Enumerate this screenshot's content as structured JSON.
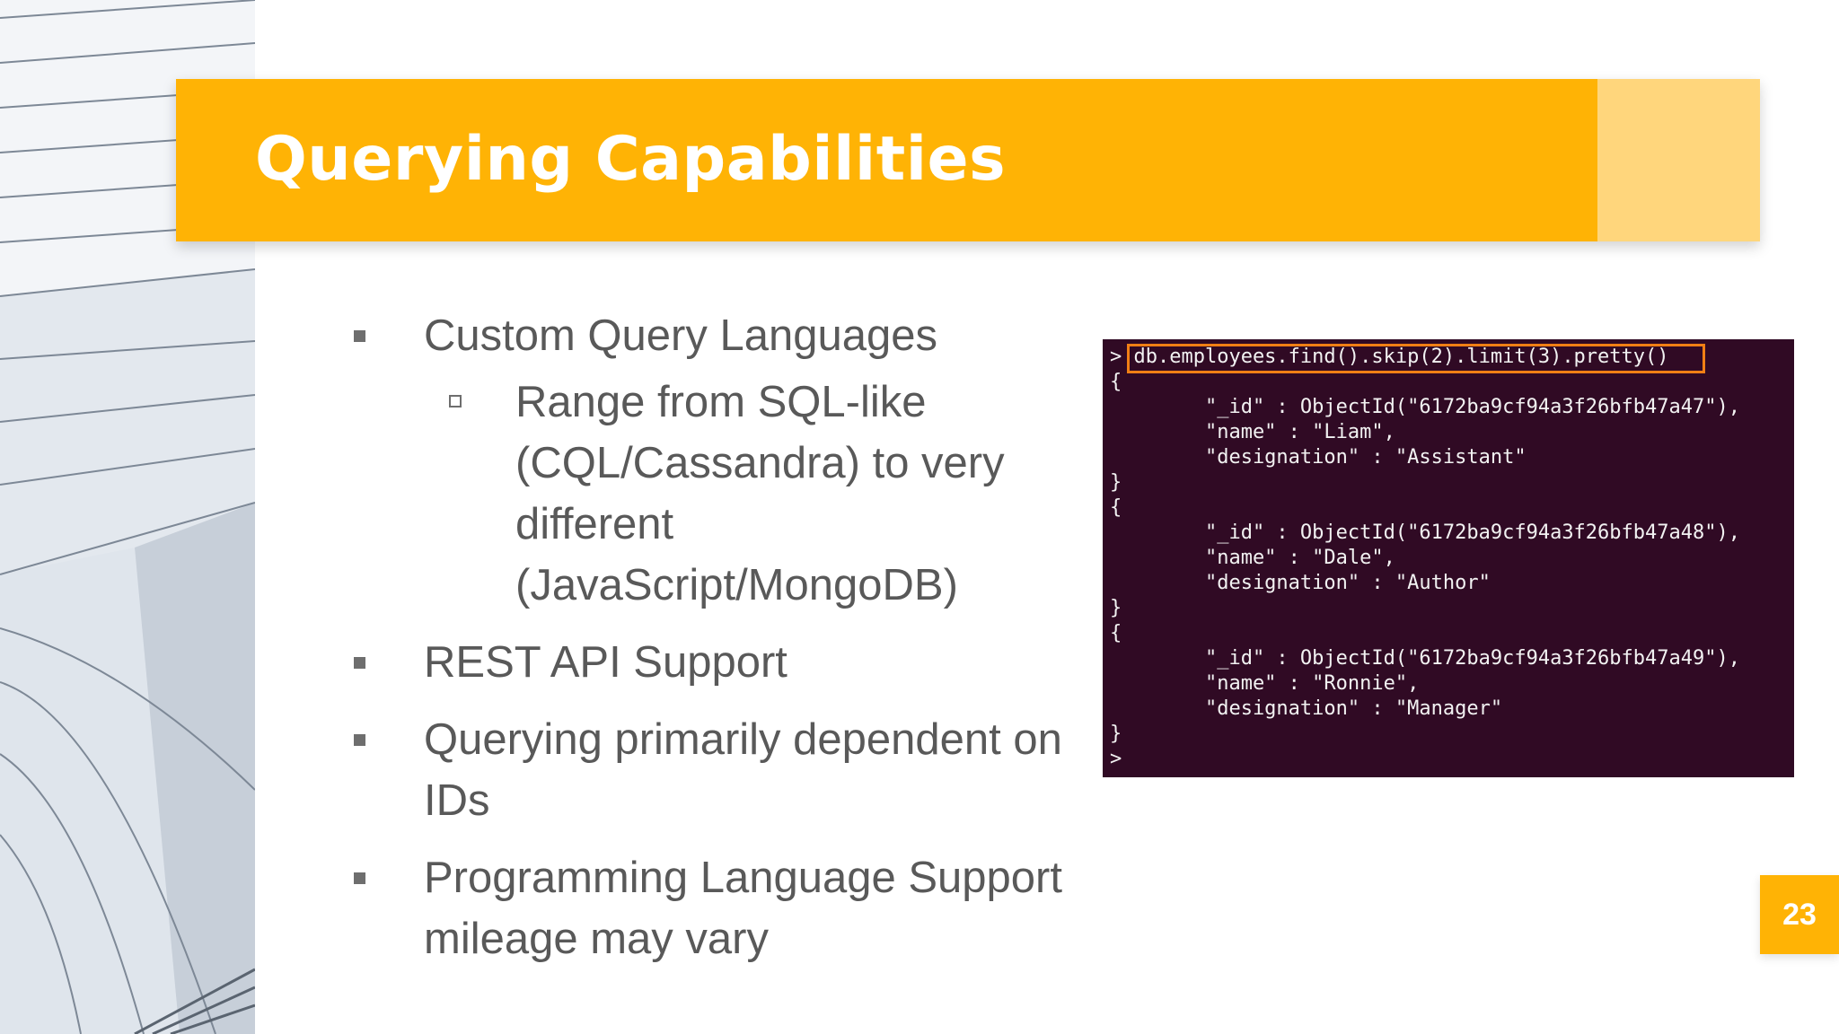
{
  "slide": {
    "title": "Querying Capabilities",
    "page_number": "23",
    "accent_color": "#ffb305",
    "accent_light_color": "#ffd67c"
  },
  "bullets": [
    {
      "text": "Custom Query Languages"
    },
    {
      "sub_text": "Range from SQL-like (CQL/Cassandra) to very different (JavaScript/MongoDB)"
    },
    {
      "text": "REST API Support"
    },
    {
      "text": "Querying primarily dependent on IDs"
    },
    {
      "text": "Programming Language Support mileage may vary"
    }
  ],
  "terminal": {
    "background": "#300a24",
    "highlight_color": "#f07f15",
    "lines": [
      "> db.employees.find().skip(2).limit(3).pretty()",
      "{",
      "        \"_id\" : ObjectId(\"6172ba9cf94a3f26bfb47a47\"),",
      "        \"name\" : \"Liam\",",
      "        \"designation\" : \"Assistant\"",
      "}",
      "{",
      "        \"_id\" : ObjectId(\"6172ba9cf94a3f26bfb47a48\"),",
      "        \"name\" : \"Dale\",",
      "        \"designation\" : \"Author\"",
      "}",
      "{",
      "        \"_id\" : ObjectId(\"6172ba9cf94a3f26bfb47a49\"),",
      "        \"name\" : \"Ronnie\",",
      "        \"designation\" : \"Manager\"",
      "}",
      ">"
    ]
  }
}
